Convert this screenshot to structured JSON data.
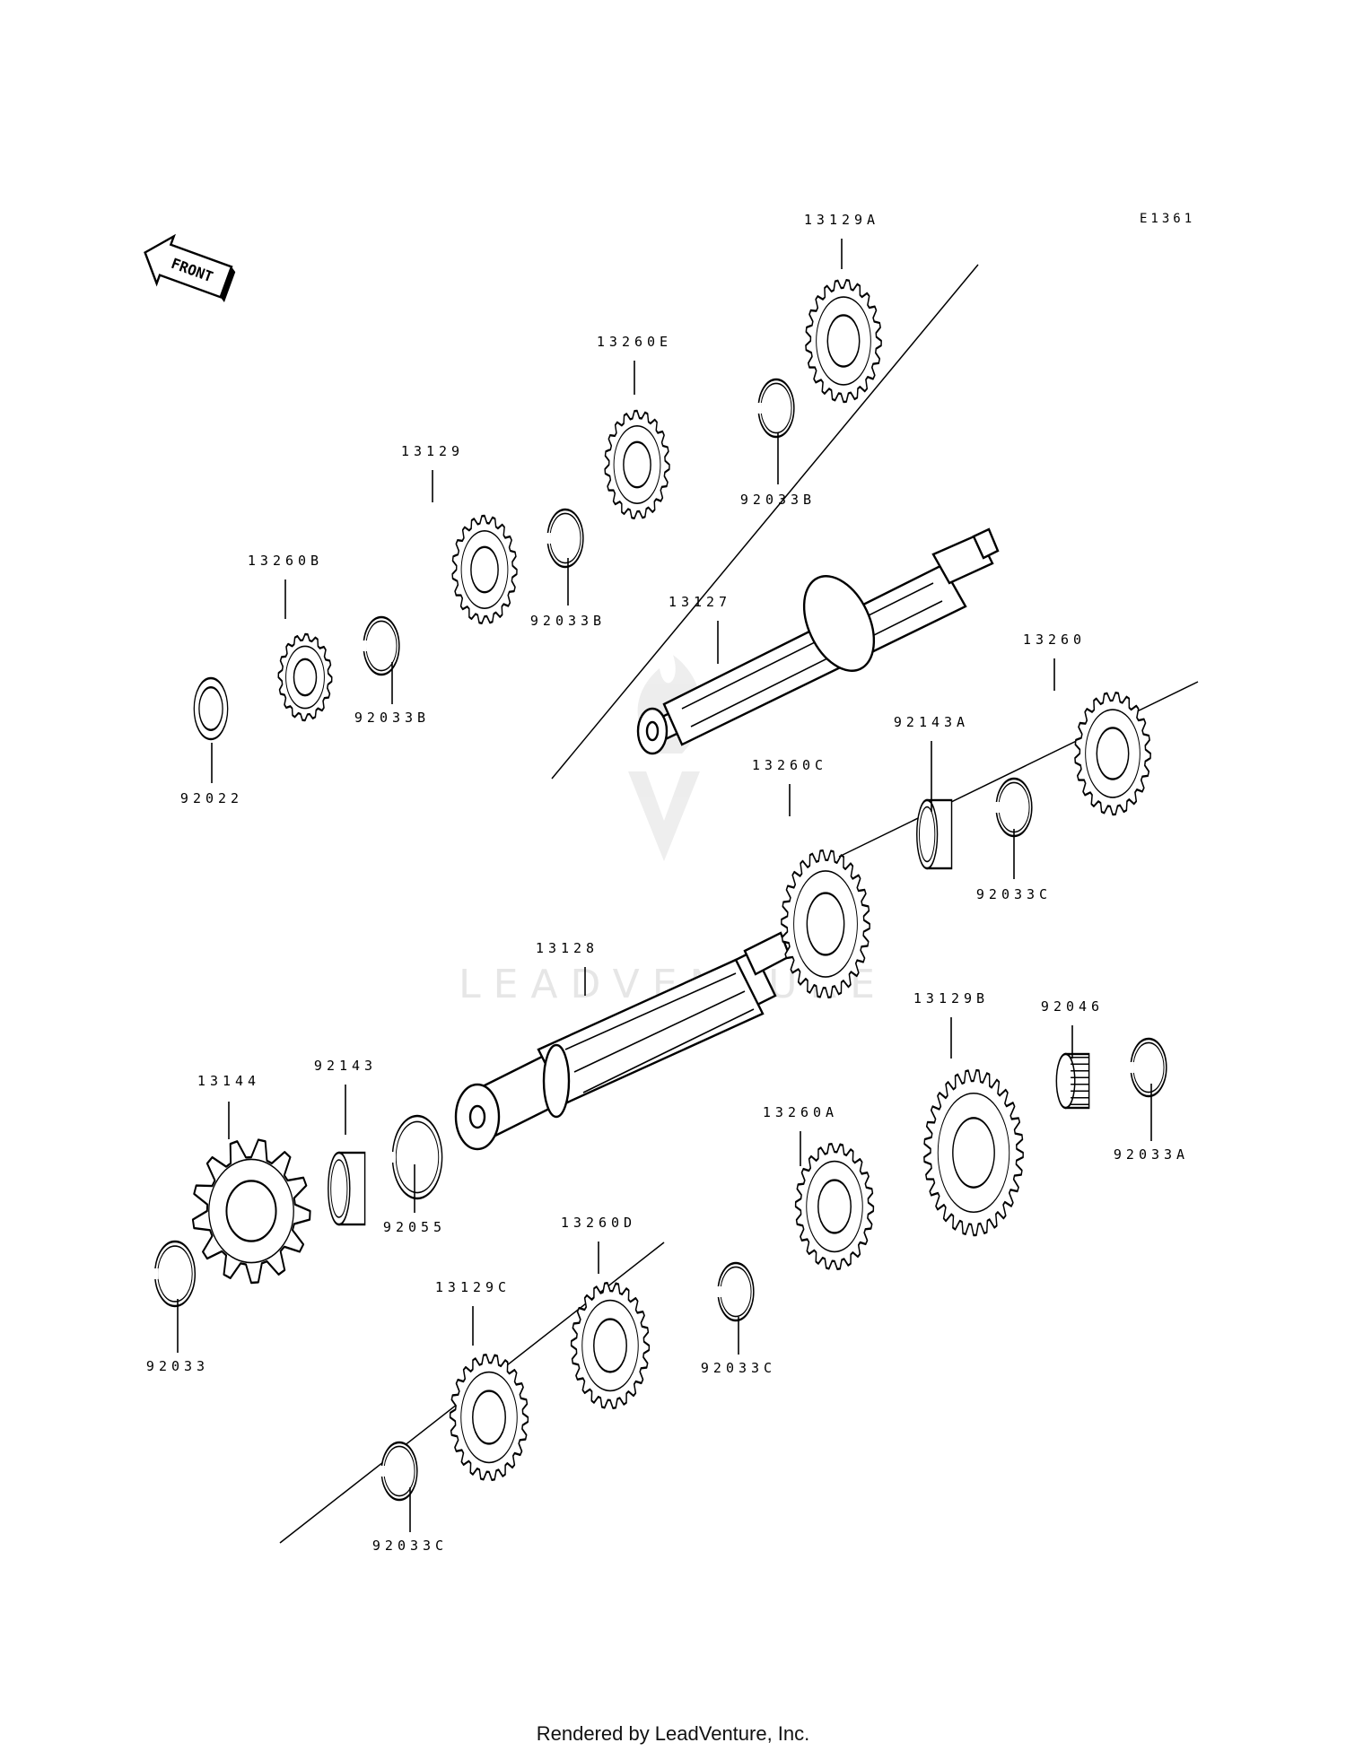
{
  "diagram": {
    "code": "E1361",
    "front_label": "FRONT",
    "watermark": "LEADVENTURE",
    "footer": "Rendered by LeadVenture, Inc."
  },
  "parts": [
    {
      "id": "p13129A",
      "number": "13129A",
      "kind": "gear"
    },
    {
      "id": "p13260E",
      "number": "13260E",
      "kind": "gear"
    },
    {
      "id": "p13129",
      "number": "13129",
      "kind": "gear"
    },
    {
      "id": "p13260B",
      "number": "13260B",
      "kind": "gear"
    },
    {
      "id": "p92022",
      "number": "92022",
      "kind": "washer"
    },
    {
      "id": "p92033B_1",
      "number": "92033B",
      "kind": "circlip"
    },
    {
      "id": "p92033B_2",
      "number": "92033B",
      "kind": "circlip"
    },
    {
      "id": "p92033B_3",
      "number": "92033B",
      "kind": "circlip"
    },
    {
      "id": "p13127",
      "number": "13127",
      "kind": "shaft"
    },
    {
      "id": "p13260",
      "number": "13260",
      "kind": "gear"
    },
    {
      "id": "p92143A",
      "number": "92143A",
      "kind": "collar"
    },
    {
      "id": "p13260C",
      "number": "13260C",
      "kind": "gear"
    },
    {
      "id": "p92033C_1",
      "number": "92033C",
      "kind": "circlip"
    },
    {
      "id": "p13128",
      "number": "13128",
      "kind": "shaft"
    },
    {
      "id": "p13129B",
      "number": "13129B",
      "kind": "gear"
    },
    {
      "id": "p92046",
      "number": "92046",
      "kind": "bearing"
    },
    {
      "id": "p92033A",
      "number": "92033A",
      "kind": "circlip"
    },
    {
      "id": "p13144",
      "number": "13144",
      "kind": "sprocket"
    },
    {
      "id": "p92143",
      "number": "92143",
      "kind": "collar"
    },
    {
      "id": "p92055",
      "number": "92055",
      "kind": "ring"
    },
    {
      "id": "p13260A",
      "number": "13260A",
      "kind": "gear"
    },
    {
      "id": "p13260D",
      "number": "13260D",
      "kind": "gear"
    },
    {
      "id": "p92033C_2",
      "number": "92033C",
      "kind": "circlip"
    },
    {
      "id": "p13129C",
      "number": "13129C",
      "kind": "gear"
    },
    {
      "id": "p92033",
      "number": "92033",
      "kind": "circlip"
    },
    {
      "id": "p92033C_3",
      "number": "92033C",
      "kind": "circlip"
    }
  ]
}
